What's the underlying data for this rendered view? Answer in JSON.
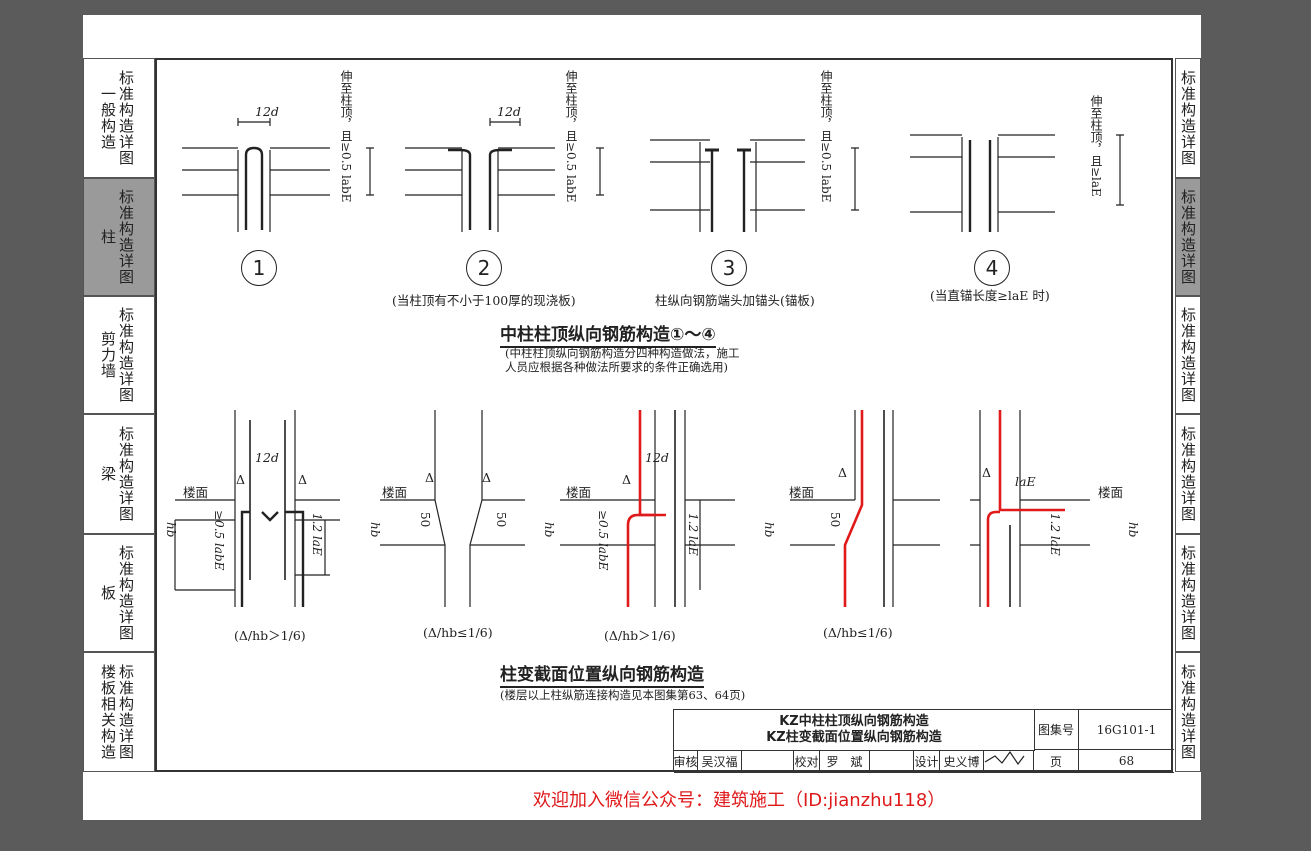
{
  "left_tabs": [
    {
      "col1": "一般构造",
      "col2": "标准构造详图",
      "active": false
    },
    {
      "col1": "柱",
      "col2": "标准构造详图",
      "active": true
    },
    {
      "col1": "剪力墙",
      "col2": "标准构造详图",
      "active": false
    },
    {
      "col1": "梁",
      "col2": "标准构造详图",
      "active": false
    },
    {
      "col1": "板",
      "col2": "标准构造详图",
      "active": false
    },
    {
      "col1": "楼板相关构造",
      "col2": "标准构造详图",
      "active": false
    }
  ],
  "right_tabs": [
    "标准构造详图",
    "标准构造详图",
    "标准构造详图",
    "标准构造详图",
    "标准构造详图",
    "标准构造详图"
  ],
  "top_details": [
    {
      "number": "1",
      "caption": "",
      "dim_label": "12d",
      "side_note": "伸至柱顶，且≥0.5 labE"
    },
    {
      "number": "2",
      "caption": "(当柱顶有不小于100厚的现浇板)",
      "dim_label": "12d",
      "side_note": "伸至柱顶，且≥0.5 labE"
    },
    {
      "number": "3",
      "caption": "柱纵向钢筋端头加锚头(锚板)",
      "dim_label": "",
      "side_note": "伸至柱顶，且≥0.5 labE"
    },
    {
      "number": "4",
      "caption": "(当直锚长度≥laE 时)",
      "dim_label": "",
      "side_note": "伸至柱顶，且≥laE"
    }
  ],
  "section1": {
    "title": "中柱柱顶纵向钢筋构造①～④",
    "note": "(中柱柱顶纵向钢筋构造分四种构造做法，施工人员应根据各种做法所要求的条件正确选用)"
  },
  "bottom_details": [
    {
      "caption": "(Δ/hb＞1/6)",
      "floor": "楼面"
    },
    {
      "caption": "(Δ/hb≤1/6)",
      "floor": "楼面"
    },
    {
      "caption": "(Δ/hb＞1/6)",
      "floor": "楼面"
    },
    {
      "caption": "(Δ/hb≤1/6)",
      "floor": "楼面"
    },
    {
      "caption": "",
      "floor": "楼面"
    }
  ],
  "labels": {
    "d12": "12d",
    "delta": "Δ",
    "hb": "hb",
    "fifty": "50",
    "lae": "laE",
    "half_labe": "≥0.5 labE",
    "one2_lae": "1.2 laE"
  },
  "section2": {
    "title": "柱变截面位置纵向钢筋构造",
    "note": "(楼层以上柱纵筋连接构造见本图集第63、64页)"
  },
  "title_block": {
    "line1": "KZ中柱柱顶纵向钢筋构造",
    "line2": "KZ柱变截面位置纵向钢筋构造",
    "atlas_label": "图集号",
    "atlas_no": "16G101-1",
    "page_label": "页",
    "page_no": "68",
    "review": "审核",
    "reviewer": "吴汉福",
    "check": "校对",
    "checker": "罗　斌",
    "design": "设计",
    "designer": "史义博"
  },
  "watermark": "欢迎加入微信公众号：建筑施工（ID:jianzhu118）",
  "colors": {
    "rebar_red": "#e0191a",
    "frame": "#333333",
    "active_tab": "#9a9a9a",
    "background": "#5b5b5b"
  }
}
